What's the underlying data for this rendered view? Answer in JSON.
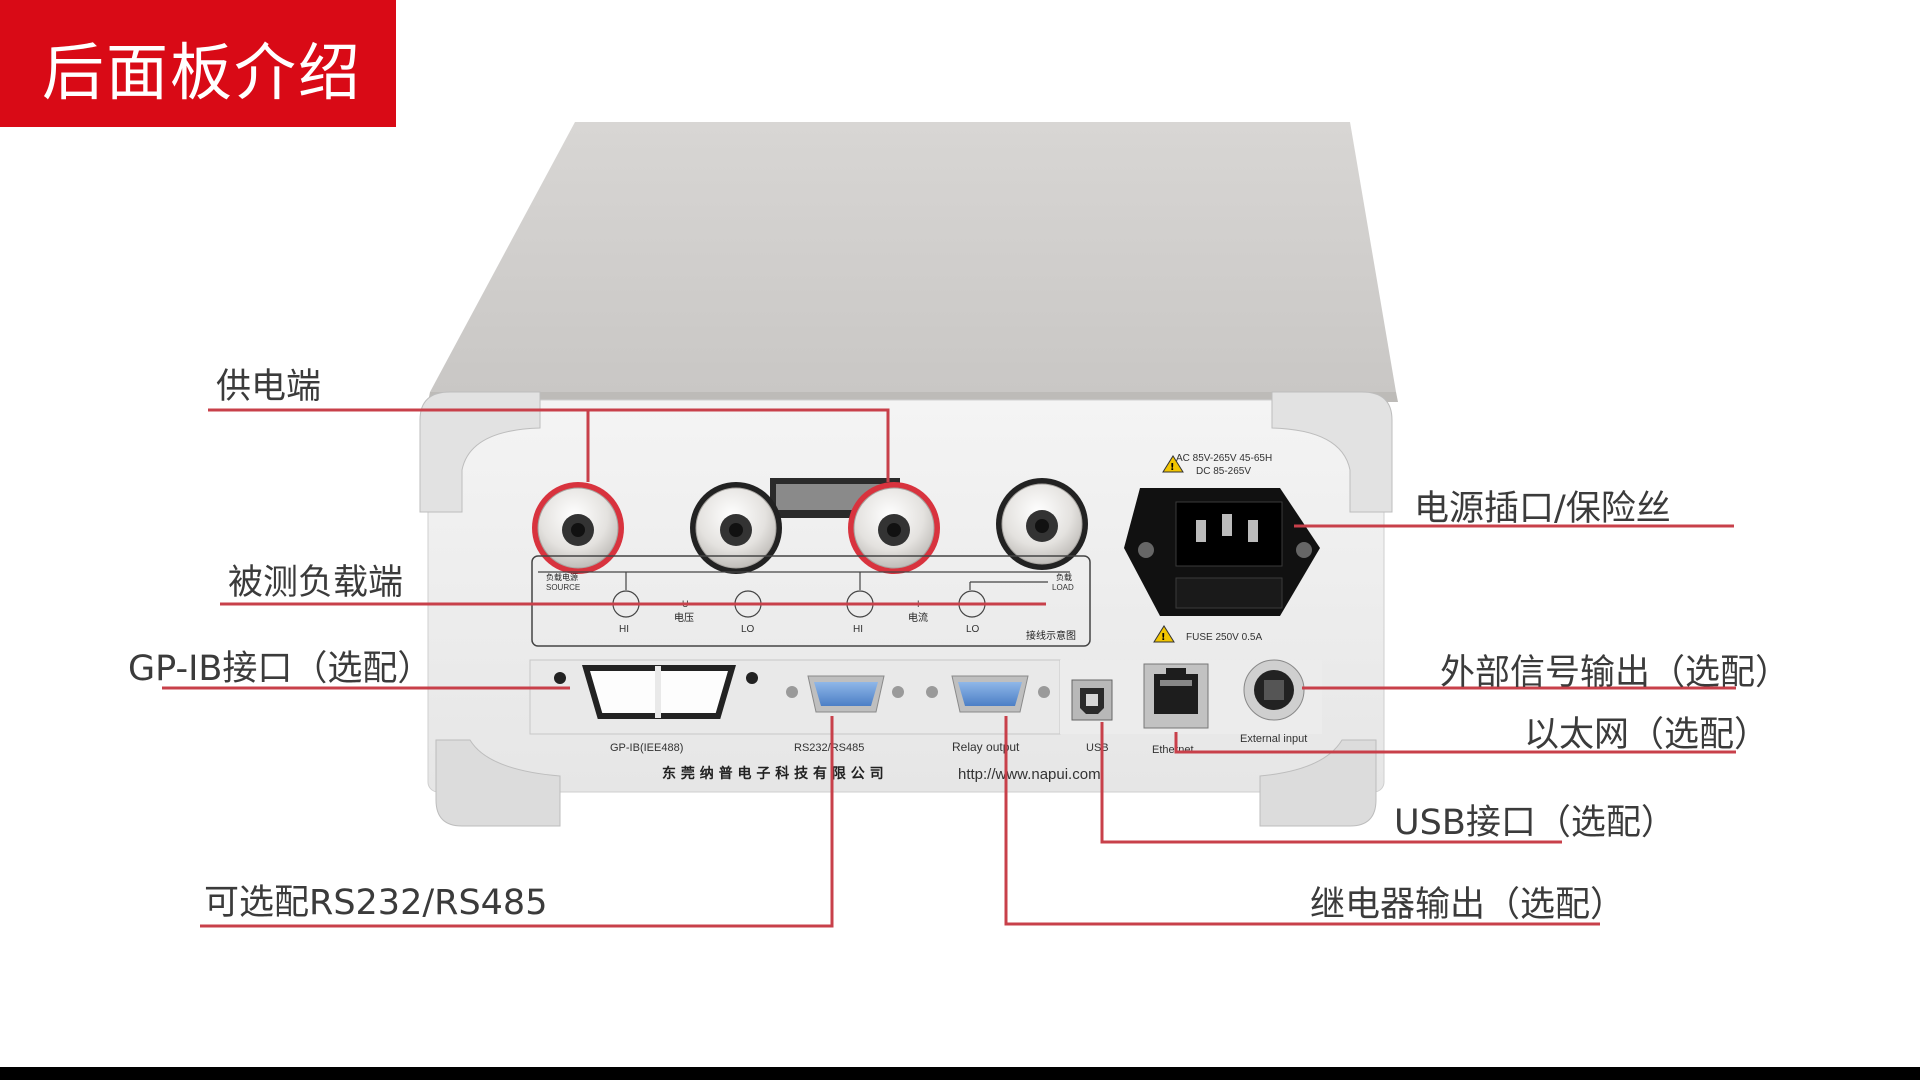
{
  "title": "后面板介绍",
  "colors": {
    "accent": "#d90a16",
    "leader": "#c8404a",
    "callout_text": "#3b3b3b"
  },
  "callouts": {
    "power_terminal": "供电端",
    "load_terminal": "被测负载端",
    "gpib": "GP-IB接口（选配）",
    "rs232": "可选配RS232/RS485",
    "power_socket": "电源插口/保险丝",
    "external_output": "外部信号输出（选配）",
    "ethernet": "以太网（选配）",
    "usb": "USB接口（选配）",
    "relay": "继电器输出（选配）"
  },
  "device": {
    "ac_spec": "AC 85V-265V 45-65H",
    "dc_spec": "DC 85-265V",
    "fuse_spec": "FUSE 250V 0.5A",
    "wiring": {
      "source_cn": "负载电源",
      "source_en": "SOURCE",
      "load_cn": "负载",
      "load_en": "LOAD",
      "hi1": "HI",
      "lo1": "LO",
      "hi2": "HI",
      "lo2": "LO",
      "voltage_sym": "U",
      "voltage": "电压",
      "current_sym": "I",
      "current": "电流",
      "diagram": "接线示意图"
    },
    "ports": {
      "gpib": "GP-IB(IEE488)",
      "rs": "RS232/RS485",
      "relay": "Relay output",
      "usb": "USB",
      "ethernet": "Ethernet",
      "external": "External input"
    },
    "company": "东 莞 纳 普 电 子 科 技 有 限 公 司",
    "url": "http://www.napui.com"
  }
}
